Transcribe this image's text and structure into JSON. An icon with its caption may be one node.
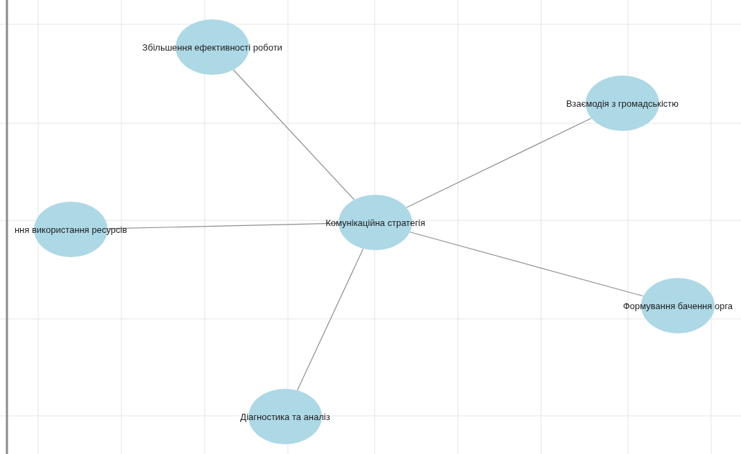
{
  "diagram": {
    "nodes": [
      {
        "text": [
          "Комунікаційна стратегія"
        ]
      },
      {
        "text": [
          "Збільшення ефективності роботи"
        ]
      },
      {
        "text": [
          "Взаємодія з громадськістю"
        ]
      },
      {
        "text": [
          "ння використання ресурсів"
        ]
      },
      {
        "text": [
          "Формування бачення орга"
        ]
      },
      {
        "text": [
          "Діагностика та аналіз"
        ]
      }
    ],
    "edges": [
      {
        "from": 0,
        "to": 1,
        "arrow": "none"
      },
      {
        "from": 0,
        "to": 2,
        "arrow": "none"
      },
      {
        "from": 0,
        "to": 3,
        "arrow": "none"
      },
      {
        "from": 0,
        "to": 4,
        "arrow": "none"
      },
      {
        "from": 0,
        "to": 5,
        "arrow": "none"
      }
    ]
  }
}
